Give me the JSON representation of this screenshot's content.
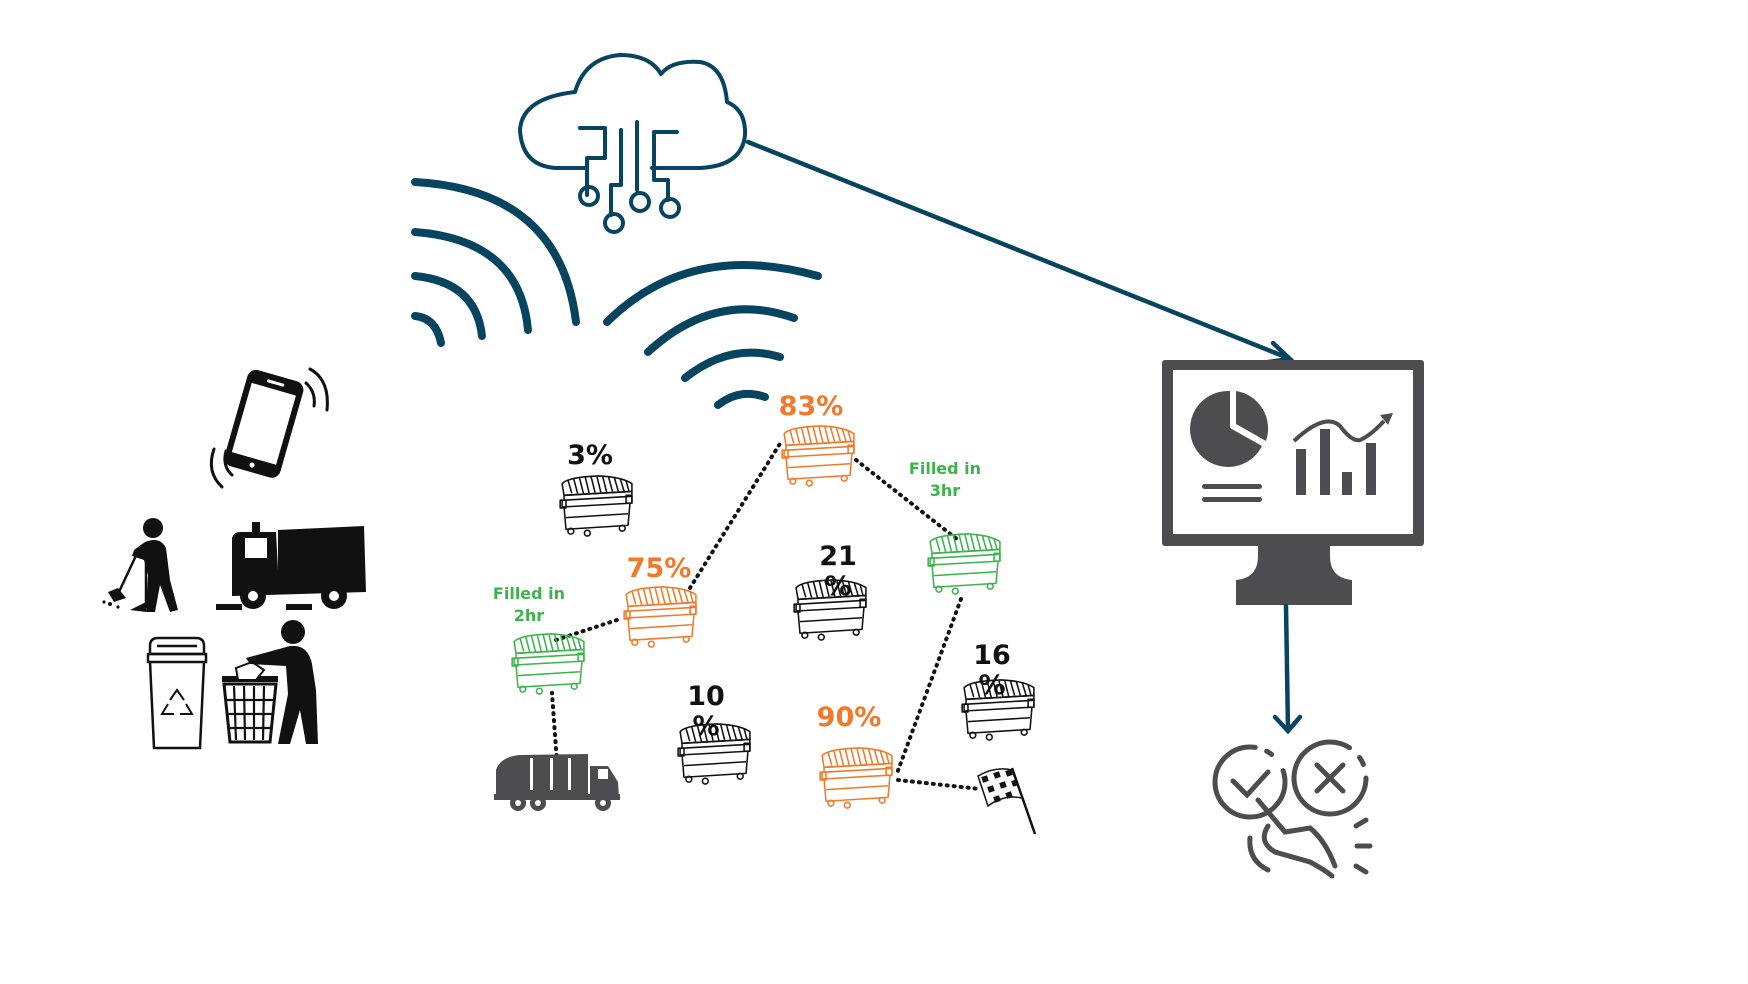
{
  "diagram": {
    "title": "Smart waste collection IoT system",
    "colors": {
      "network": "#07445f",
      "full_bin": "#f07a2a",
      "predicted_bin": "#3cb44b",
      "normal_bin": "#111111",
      "dashboard": "#4d4d4f",
      "route": "#111111"
    },
    "icons": {
      "cloud": "cloud-circuit-icon",
      "signal_left": "wifi-signal-icon",
      "signal_right": "wifi-signal-icon",
      "phone": "vibrating-phone-icon",
      "sweeper": "street-sweeper-worker-icon",
      "sweeper_truck": "street-sweeper-truck-icon",
      "recycle_bin": "recycle-bin-icon",
      "litter": "person-throwing-litter-icon",
      "garbage_truck": "garbage-truck-icon",
      "finish_flag": "checkered-flag-icon",
      "monitor": "analytics-monitor-icon",
      "decision": "approve-reject-hand-icon"
    },
    "bins": [
      {
        "id": "bin-3",
        "label": "3%",
        "status": "normal"
      },
      {
        "id": "bin-83",
        "label": "83%",
        "status": "full"
      },
      {
        "id": "bin-3hr",
        "label": "Filled in\n3hr",
        "status": "predicted"
      },
      {
        "id": "bin-75",
        "label": "75%",
        "status": "full"
      },
      {
        "id": "bin-2hr",
        "label": "Filled in\n2hr",
        "status": "predicted"
      },
      {
        "id": "bin-21",
        "label": "21\n%",
        "status": "normal"
      },
      {
        "id": "bin-16",
        "label": "16\n%",
        "status": "normal"
      },
      {
        "id": "bin-10",
        "label": "10\n%",
        "status": "normal"
      },
      {
        "id": "bin-90",
        "label": "90%",
        "status": "full"
      }
    ],
    "labels": {
      "bin3": "3%",
      "bin83": "83%",
      "bin75": "75%",
      "bin90": "90%",
      "bin21_top": "21",
      "bin21_bottom": "%",
      "bin16_top": "16",
      "bin16_bottom": "%",
      "bin10_top": "10",
      "bin10_bottom": "%",
      "filled3_line1": "Filled in",
      "filled3_line2": "3hr",
      "filled2_line1": "Filled in",
      "filled2_line2": "2hr"
    },
    "route_order": [
      "garbage-truck",
      "bin-2hr",
      "bin-75",
      "bin-83",
      "bin-3hr",
      "bin-90",
      "finish-flag"
    ]
  }
}
